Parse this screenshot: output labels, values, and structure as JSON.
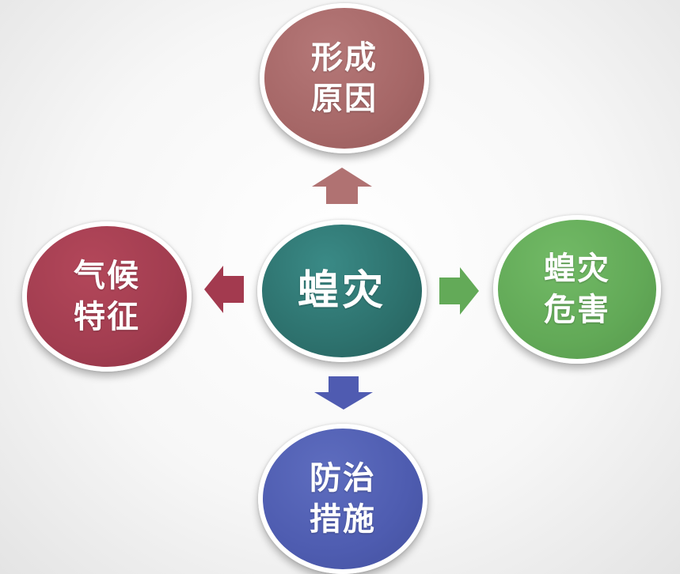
{
  "diagram": {
    "center": {
      "label": "蝗灾",
      "color": "#2d716d"
    },
    "nodes": {
      "top": {
        "line1": "形成",
        "line2": "原因",
        "color": "#a66767"
      },
      "left": {
        "line1": "气候",
        "line2": "特征",
        "color": "#a23d50"
      },
      "right": {
        "line1": "蝗灾",
        "line2": "危害",
        "color": "#62a957"
      },
      "bottom": {
        "line1": "防治",
        "line2": "措施",
        "color": "#4e5cb0"
      }
    },
    "arrows": {
      "up": {
        "color": "#b07272"
      },
      "left": {
        "color": "#a33a4f"
      },
      "right": {
        "color": "#63aa58"
      },
      "down": {
        "color": "#4f5bb1"
      }
    }
  }
}
